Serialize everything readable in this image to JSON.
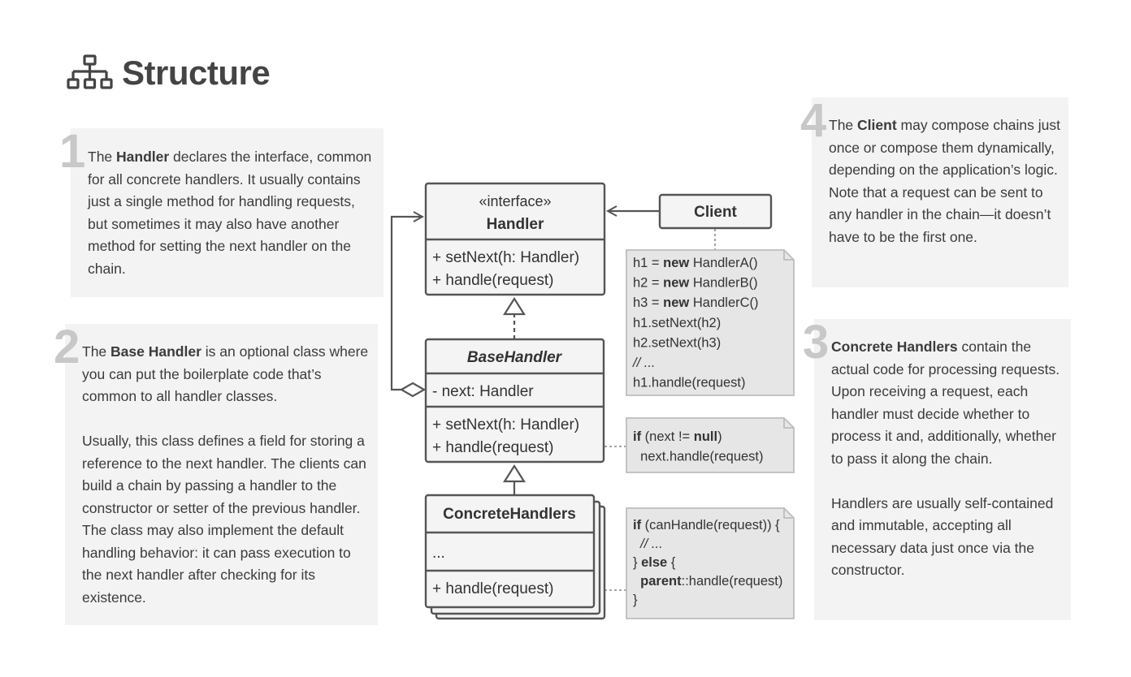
{
  "header": {
    "title": "Structure",
    "icon": "structure-hierarchy-icon"
  },
  "panels": {
    "p1": {
      "number": "1",
      "paragraphs": [
        [
          {
            "t": "The "
          },
          {
            "t": "Handler",
            "b": true
          },
          {
            "t": " declares the interface, common for all concrete handlers. It usually contains just a single method for handling requests, but sometimes it may also have another method for setting the next handler on the chain."
          }
        ]
      ]
    },
    "p2": {
      "number": "2",
      "paragraphs": [
        [
          {
            "t": "The "
          },
          {
            "t": "Base Handler",
            "b": true
          },
          {
            "t": " is an optional class where you can put the boilerplate code that’s common to all handler classes."
          }
        ],
        [
          {
            "t": "Usually, this class defines a field for storing a reference to the next handler. The clients can build a chain by passing a handler to the constructor or setter of the previous handler. The class may also implement the default handling behavior: it can pass execution to the next handler after checking for its existence."
          }
        ]
      ]
    },
    "p3": {
      "number": "3",
      "paragraphs": [
        [
          {
            "t": "Concrete Handlers",
            "b": true
          },
          {
            "t": " contain the actual code for processing requests. Upon receiving a request, each handler must decide whether to process it and, additionally, whether to pass it along the chain."
          }
        ],
        [
          {
            "t": "Handlers are usually self-contained and immutable, accepting all necessary data just once via the constructor."
          }
        ]
      ]
    },
    "p4": {
      "number": "4",
      "paragraphs": [
        [
          {
            "t": "The "
          },
          {
            "t": "Client",
            "b": true
          },
          {
            "t": " may compose chains just once or compose them dynamically, depending on the application’s logic. Note that a request can be sent to any handler in the chain—it doesn’t have to be the first one."
          }
        ]
      ]
    }
  },
  "diagram": {
    "handler": {
      "stereotype": "«interface»",
      "name": "Handler",
      "methods": [
        "+ setNext(h: Handler)",
        "+ handle(request)"
      ]
    },
    "base_handler": {
      "name": "BaseHandler",
      "fields": [
        "- next: Handler"
      ],
      "methods": [
        "+ setNext(h: Handler)",
        "+ handle(request)"
      ]
    },
    "concrete": {
      "name": "ConcreteHandlers",
      "fields": [
        "..."
      ],
      "methods": [
        "+ handle(request)"
      ]
    },
    "client": {
      "name": "Client"
    },
    "client_note": [
      [
        {
          "t": "h1 = "
        },
        {
          "t": "new",
          "b": true
        },
        {
          "t": " HandlerA()"
        }
      ],
      [
        {
          "t": "h2 = "
        },
        {
          "t": "new",
          "b": true
        },
        {
          "t": " HandlerB()"
        }
      ],
      [
        {
          "t": "h3 = "
        },
        {
          "t": "new",
          "b": true
        },
        {
          "t": " HandlerC()"
        }
      ],
      [
        {
          "t": "h1.setNext(h2)"
        }
      ],
      [
        {
          "t": "h2.setNext(h3)"
        }
      ],
      [
        {
          "t": "// ...",
          "i": true
        }
      ],
      [
        {
          "t": "h1.handle(request)"
        }
      ]
    ],
    "base_note": [
      [
        {
          "t": "if",
          "b": true
        },
        {
          "t": " (next != "
        },
        {
          "t": "null",
          "b": true
        },
        {
          "t": ")"
        }
      ],
      [
        {
          "t": "  next.handle(request)"
        }
      ]
    ],
    "concrete_note": [
      [
        {
          "t": "if",
          "b": true
        },
        {
          "t": " (canHandle(request)) {"
        }
      ],
      [
        {
          "t": "  // ...",
          "i": true
        }
      ],
      [
        {
          "t": "} "
        },
        {
          "t": "else",
          "b": true
        },
        {
          "t": " {"
        }
      ],
      [
        {
          "t": "  "
        },
        {
          "t": "parent",
          "b": true
        },
        {
          "t": "::handle(request)"
        }
      ],
      [
        {
          "t": "}"
        }
      ]
    ]
  },
  "colors": {
    "panel_bg": "#f3f3f3",
    "number": "#c8c8c8",
    "stroke": "#555555",
    "note_bg": "#e6e6e6",
    "box_bg": "#f4f4f4"
  }
}
